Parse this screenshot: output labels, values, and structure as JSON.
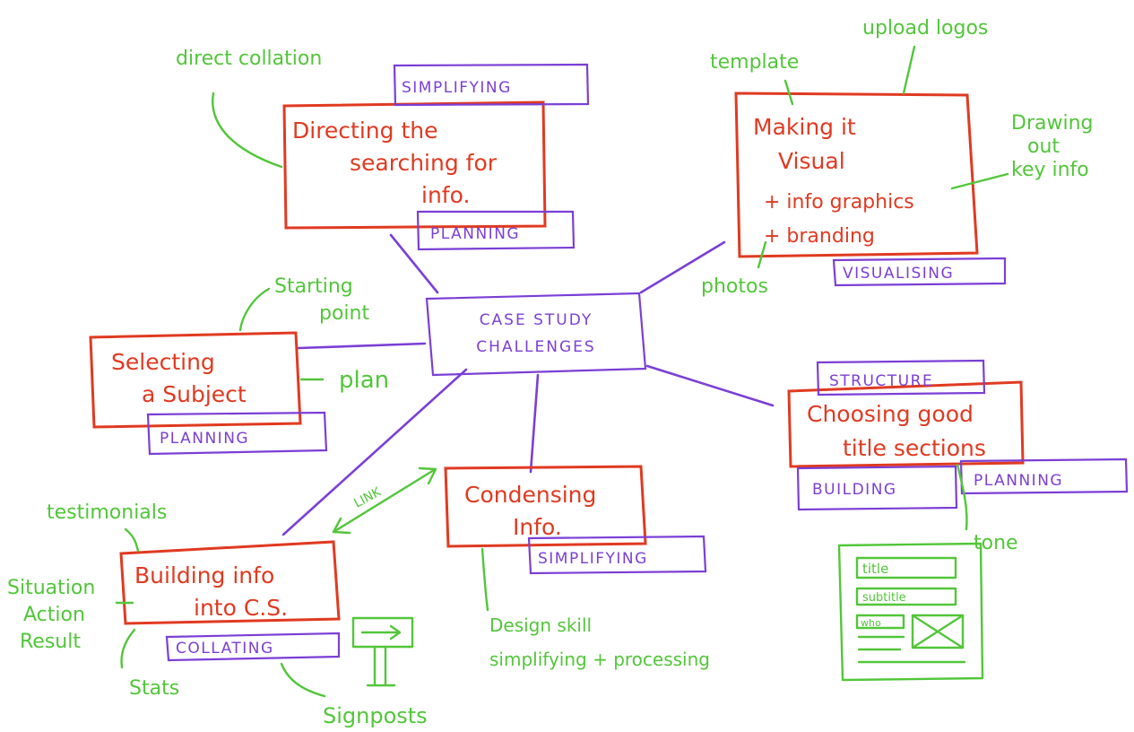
{
  "center": {
    "line1": "CASE STUDY",
    "line2": "CHALLENGES"
  },
  "nodes": {
    "directing": {
      "line1": "Directing the",
      "line2": "searching for",
      "line3": "info.",
      "tag_top": "SIMPLIFYING",
      "tag_bottom": "PLANNING",
      "note": "direct collation"
    },
    "visual": {
      "line1": "Making it",
      "line2": "Visual",
      "bullet1": "+ info graphics",
      "bullet2": "+ branding",
      "tag": "VISUALISING",
      "note_template": "template",
      "note_upload": "upload logos",
      "note_drawing1": "Drawing",
      "note_drawing2": "out",
      "note_drawing3": "key info",
      "note_photos": "photos"
    },
    "selecting": {
      "line1": "Selecting",
      "line2": "a Subject",
      "tag": "PLANNING",
      "note_start1": "Starting",
      "note_start2": "point",
      "note_plan": "plan"
    },
    "titles": {
      "line1": "Choosing good",
      "line2": "title sections",
      "tag_top": "STRUCTURE",
      "tag_building": "BUILDING",
      "tag_planning": "PLANNING",
      "note_tone": "tone"
    },
    "condensing": {
      "line1": "Condensing",
      "line2": "Info.",
      "tag": "SIMPLIFYING",
      "note1": "Design skill",
      "note2": "simplifying + processing",
      "link": "LINK"
    },
    "building": {
      "line1": "Building info",
      "line2": "into C.S.",
      "tag": "COLLATING",
      "note_testimonials": "testimonials",
      "note_situation": "Situation",
      "note_action": "Action",
      "note_result": "Result",
      "note_stats": "Stats",
      "note_signposts": "Signposts"
    }
  },
  "wireframe": {
    "title": "title",
    "subtitle": "subtitle",
    "who": "who"
  },
  "colors": {
    "red": "#e03a21",
    "green": "#52c63a",
    "purple": "#7b3fd6"
  }
}
